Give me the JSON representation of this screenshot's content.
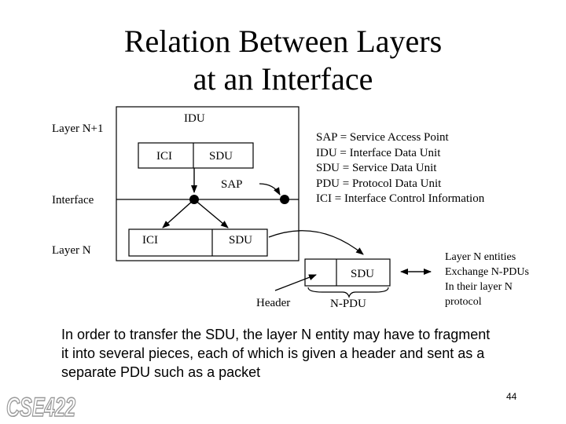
{
  "title": {
    "line1": "Relation Between Layers",
    "line2": "at an Interface"
  },
  "diagram": {
    "layer_upper_label": "Layer N+1",
    "layer_lower_label": "Layer N",
    "interface_label": "Interface",
    "idu_label": "IDU",
    "ici_upper_label": "ICI",
    "sdu_upper_label": "SDU",
    "sap_label": "SAP",
    "ici_lower_label": "ICI",
    "sdu_lower_label": "SDU",
    "pdu_sdu_label": "SDU",
    "header_label": "Header",
    "npdu_label": "N-PDU"
  },
  "legend": [
    "SAP = Service Access Point",
    "IDU =  Interface Data Unit",
    "SDU = Service Data Unit",
    "PDU =  Protocol Data Unit",
    "ICI = Interface Control Information"
  ],
  "right_note": [
    "Layer N entities",
    "Exchange N-PDUs",
    "In their layer N",
    "protocol"
  ],
  "body_text": [
    "In order to transfer the SDU, the layer N entity may have to fragment",
    "it into several pieces, each of which is given a header and sent as a",
    "separate PDU such as a packet"
  ],
  "page_number": "44",
  "logo": {
    "text": "CSE422",
    "color": "#9a9a9a"
  }
}
